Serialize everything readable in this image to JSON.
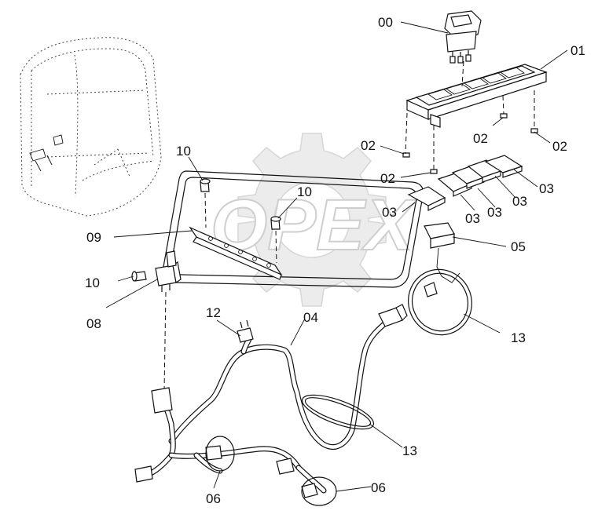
{
  "watermark": {
    "text": "OPEX"
  },
  "callouts": {
    "c00": "00",
    "c01": "01",
    "c02a": "02",
    "c02b": "02",
    "c02c": "02",
    "c02d": "02",
    "c03a": "03",
    "c03b": "03",
    "c03c": "03",
    "c03d": "03",
    "c03e": "03",
    "c04": "04",
    "c05": "05",
    "c06a": "06",
    "c06b": "06",
    "c08": "08",
    "c09": "09",
    "c10a": "10",
    "c10b": "10",
    "c10c": "10",
    "c12": "12",
    "c13a": "13",
    "c13b": "13"
  }
}
